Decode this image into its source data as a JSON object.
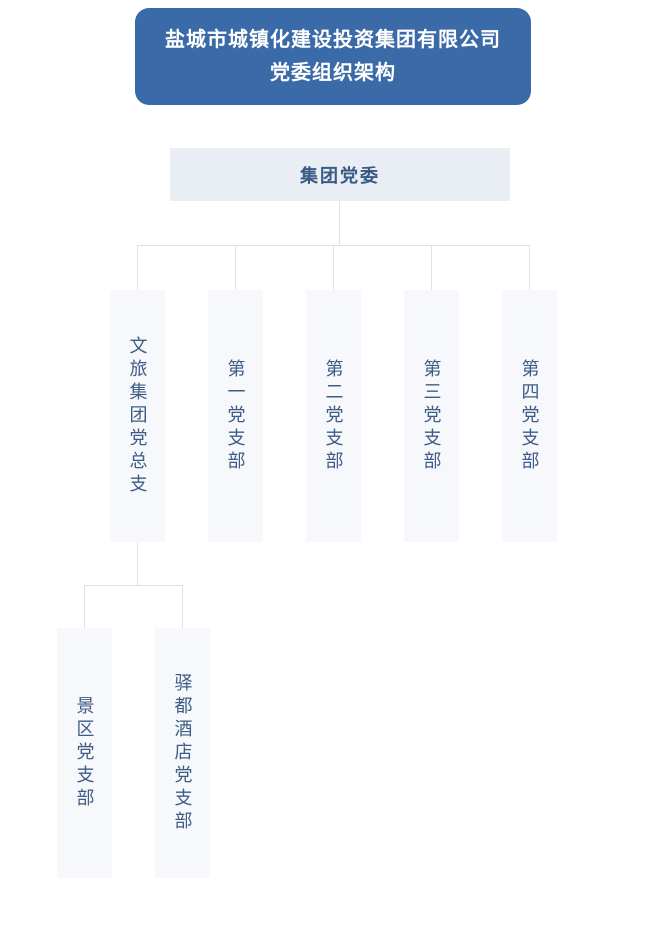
{
  "header": {
    "title_line1": "盐城市城镇化建设投资集团有限公司",
    "title_line2": "党委组织架构"
  },
  "nodes": {
    "root": "集团党委",
    "level2": [
      "文旅集团党总支",
      "第一党支部",
      "第二党支部",
      "第三党支部",
      "第四党支部"
    ],
    "level3": [
      "景区党支部",
      "驿都酒店党支部"
    ]
  },
  "colors": {
    "header_bg": "#3a6aa8",
    "header_text": "#ffffff",
    "root_node_bg": "#e9eef5",
    "branch_node_bg": "#f6f8fb",
    "node_text": "#3e5c86",
    "connector": "#dde2e9"
  }
}
